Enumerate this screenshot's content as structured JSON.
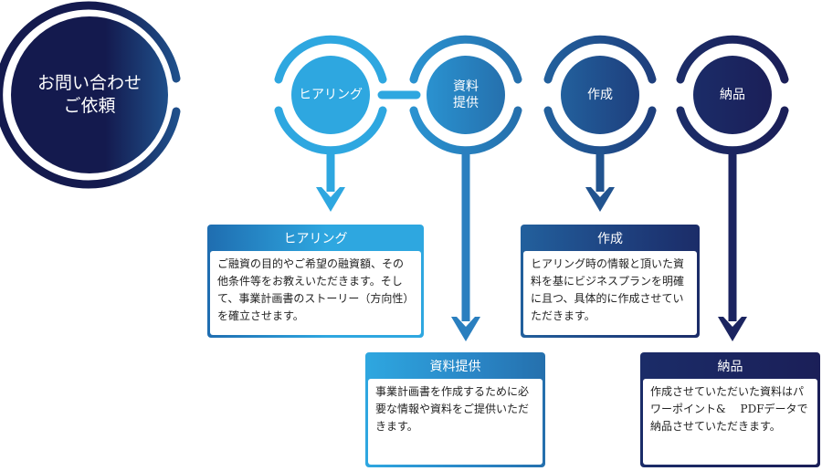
{
  "start": {
    "label_line1": "お問い合わせ",
    "label_line2": "ご依頼"
  },
  "steps": [
    {
      "label": "ヒアリング",
      "label_line1": "ヒアリング",
      "label_line2": ""
    },
    {
      "label": "資料提供",
      "label_line1": "資料",
      "label_line2": "提供"
    },
    {
      "label": "作成",
      "label_line1": "作成",
      "label_line2": ""
    },
    {
      "label": "納品",
      "label_line1": "納品",
      "label_line2": ""
    }
  ],
  "boxes": [
    {
      "title": "ヒアリング",
      "body": "ご融資の目的やご希望の融資額、その他条件等をお教えいただきます。そして、事業計画書のストーリー（方向性）を確立させます。"
    },
    {
      "title": "資料提供",
      "body": "事業計画書を作成するために必要な情報や資料をご提供いただきます。"
    },
    {
      "title": "作成",
      "body": "ヒアリング時の情報と頂いた資料を基にビジネスプランを明確に且つ、具体的に作成させていただきます。"
    },
    {
      "title": "納品",
      "body": "作成させていただいた資料はパワーポイント&　 PDFデータで納品させていただきます。"
    }
  ],
  "colors": {
    "light_blue": "#2ea7e0",
    "mid_blue": "#2a7fbf",
    "steel_blue": "#21538f",
    "navy": "#1b2460",
    "dark_navy": "#141a4e"
  }
}
